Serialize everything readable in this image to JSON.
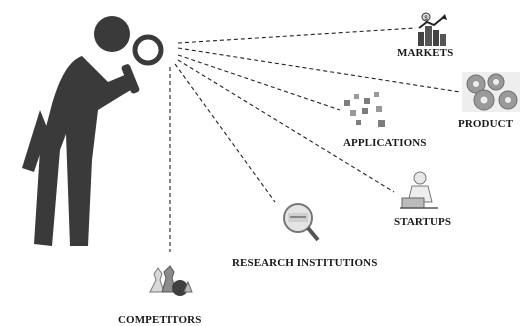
{
  "targets": [
    {
      "id": "markets",
      "label": "MARKETS",
      "icon": "market-growth-icon"
    },
    {
      "id": "products",
      "label": "PRODUCT",
      "icon": "gears-icon"
    },
    {
      "id": "applications",
      "label": "APPLICATIONS",
      "icon": "cubes-icon"
    },
    {
      "id": "startups",
      "label": "STARTUPS",
      "icon": "person-with-laptop-icon"
    },
    {
      "id": "research",
      "label": "RESEARCH INSTITUTIONS",
      "icon": "magnified-research-icon"
    },
    {
      "id": "competitors",
      "label": "COMPETITORS",
      "icon": "chess-pieces-icon"
    }
  ],
  "figure_icon": "person-with-magnifying-glass-icon",
  "colors": {
    "figure": "#3a3a3a",
    "lines": "#222222",
    "label": "#1a1a1a"
  }
}
